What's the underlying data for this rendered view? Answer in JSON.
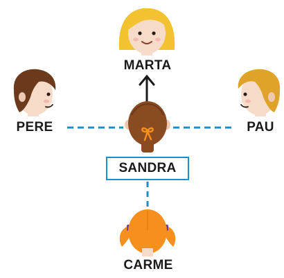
{
  "people": {
    "marta": {
      "name": "MARTA"
    },
    "pere": {
      "name": "PERE"
    },
    "pau": {
      "name": "PAU"
    },
    "sandra": {
      "name": "SANDRA"
    },
    "carme": {
      "name": "CARME"
    }
  },
  "colors": {
    "connector_dashed": "#1e8ec6",
    "arrow": "#1a1a1a",
    "skin": "#f6dcc8",
    "blonde_hair": "#f2c230",
    "brown_hair": "#6b3a1c",
    "auburn_hair": "#8a4a22",
    "golden_hair": "#e0a32a",
    "orange_hair": "#f5901e"
  }
}
